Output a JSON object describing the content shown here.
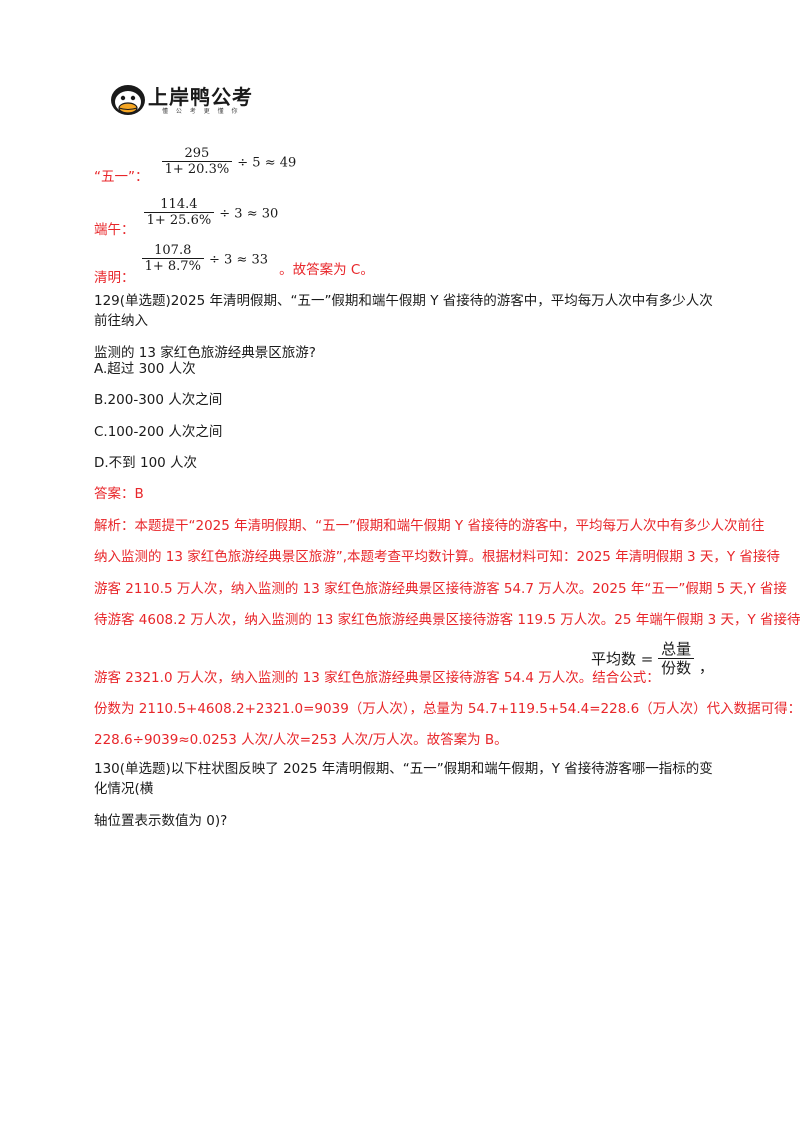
{
  "logo": {
    "name": "上岸鸭公考",
    "slogan": "懂 公 考 更 懂 你"
  },
  "formulas": {
    "wuyi": {
      "label": "“五一”：",
      "num": "295",
      "den": "1+ 20.3%",
      "tail": "÷ 5 ≈ 49"
    },
    "duanwu": {
      "label": "端午：",
      "num": "114.4",
      "den": "1+ 25.6%",
      "tail": "÷ 3 ≈ 30"
    },
    "qingming": {
      "label": "清明：",
      "num": "107.8",
      "den": "1+ 8.7%",
      "tail": "÷ 3 ≈ 33",
      "after": "。故答案为 C。"
    }
  },
  "q129": {
    "stem_line1": "129(单选题)2025 年清明假期、“五一”假期和端午假期 Y 省接待的游客中，平均每万人次中有多少人次前往纳入",
    "stem_line2": "监测的 13 家红色旅游经典景区旅游?",
    "options": [
      "A.超过 300 人次",
      "B.200-300 人次之间",
      "C.100-200 人次之间",
      "D.不到 100 人次"
    ],
    "answer": "答案：B",
    "analysis_lines": [
      "解析：本题提干“2025 年清明假期、“五一”假期和端午假期 Y 省接待的游客中，平均每万人次中有多少人次前往",
      "纳入监测的 13 家红色旅游经典景区旅游”,本题考查平均数计算。根据材料可知：2025 年清明假期 3 天，Y 省接待",
      "游客 2110.5 万人次，纳入监测的 13 家红色旅游经典景区接待游客 54.7 万人次。2025 年“五一”假期 5 天,Y 省接",
      "待游客 4608.2 万人次，纳入监测的 13 家红色旅游经典景区接待游客 119.5 万人次。25 年端午假期 3 天，Y 省接待",
      "游客 2321.0 万人次，纳入监测的 13 家红色旅游经典景区接待游客 54.4 万人次。结合公式：",
      "份数为 2110.5+4608.2+2321.0=9039（万人次），总量为 54.7+119.5+54.4=228.6（万人次）代入数据可得：",
      "228.6÷9039≈0.0253 人次/人次=253 人次/万人次。故答案为 B。"
    ],
    "avg_formula": {
      "lhs": "平均数 =",
      "num": "总量",
      "den": "份数",
      "tail": "，"
    }
  },
  "q130": {
    "stem_line1": "130(单选题)以下柱状图反映了 2025 年清明假期、“五一”假期和端午假期，Y 省接待游客哪一指标的变化情况(横",
    "stem_line2": "轴位置表示数值为 0)?"
  }
}
